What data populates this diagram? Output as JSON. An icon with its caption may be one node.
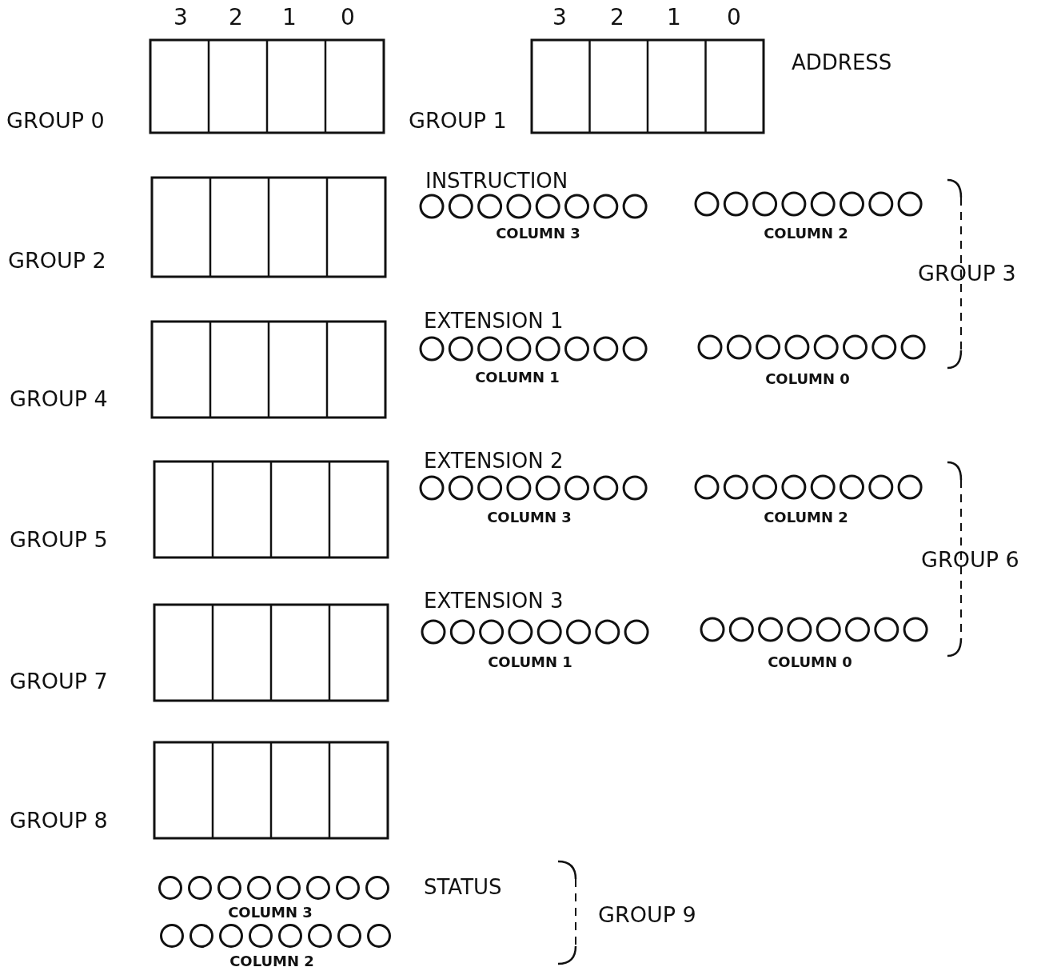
{
  "diagram": {
    "labels": [
      "3",
      "2",
      "1",
      "0",
      "3",
      "2",
      "1",
      "0",
      "ADDRESS",
      "GROUP 0",
      "GROUP 1",
      "INSTRUCTION",
      "COLUMN 3",
      "COLUMN 2",
      "GROUP 2",
      "GROUP 3",
      "EXTENSION 1",
      "COLUMN 1",
      "COLUMN 0",
      "GROUP 4",
      "EXTENSION 2",
      "COLUMN 3",
      "COLUMN 2",
      "GROUP 5",
      "GROUP 6",
      "EXTENSION 3",
      "COLUMN 1",
      "COLUMN 0",
      "GROUP 7",
      "GROUP 8",
      "STATUS",
      "COLUMN 3",
      "GROUP 9",
      "COLUMN 2"
    ]
  }
}
